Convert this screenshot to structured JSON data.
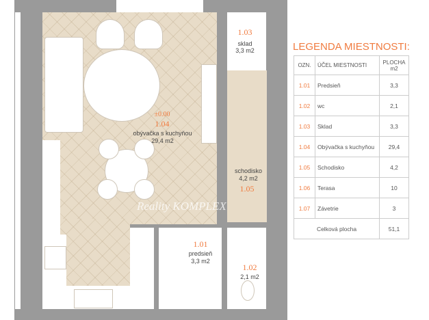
{
  "plan": {
    "rooms": [
      {
        "num": "1.01",
        "name": "predsieň",
        "area": "3,3 m2"
      },
      {
        "num": "1.02",
        "name": "",
        "area": "2,1 m2"
      },
      {
        "num": "1.03",
        "name": "sklad",
        "area": "3,3 m2"
      },
      {
        "num": "1.04",
        "name": "obývačka s kuchyňou",
        "area": "29,4 m2",
        "level": "±0.00"
      },
      {
        "num": "1.05",
        "name": "schodisko",
        "area": "4,2 m2"
      }
    ],
    "watermark": "Reality KOMPLEX"
  },
  "legend": {
    "title": "LEGENDA MIESTNOSTI:",
    "headers": [
      "OZN.",
      "ÚČEL MIESTNOSTI",
      "PLOCHA m2"
    ],
    "rows": [
      {
        "id": "1.01",
        "name": "Predsieň",
        "area": "3,3"
      },
      {
        "id": "1.02",
        "name": "wc",
        "area": "2,1"
      },
      {
        "id": "1.03",
        "name": "Sklad",
        "area": "3,3"
      },
      {
        "id": "1.04",
        "name": "Obývačka s kuchyňou",
        "area": "29,4"
      },
      {
        "id": "1.05",
        "name": "Schodisko",
        "area": "4,2"
      },
      {
        "id": "1.06",
        "name": "Terasa",
        "area": "10"
      },
      {
        "id": "1.07",
        "name": "Závetrie",
        "area": "3"
      }
    ],
    "total_label": "Celková plocha",
    "total": "51,1"
  }
}
